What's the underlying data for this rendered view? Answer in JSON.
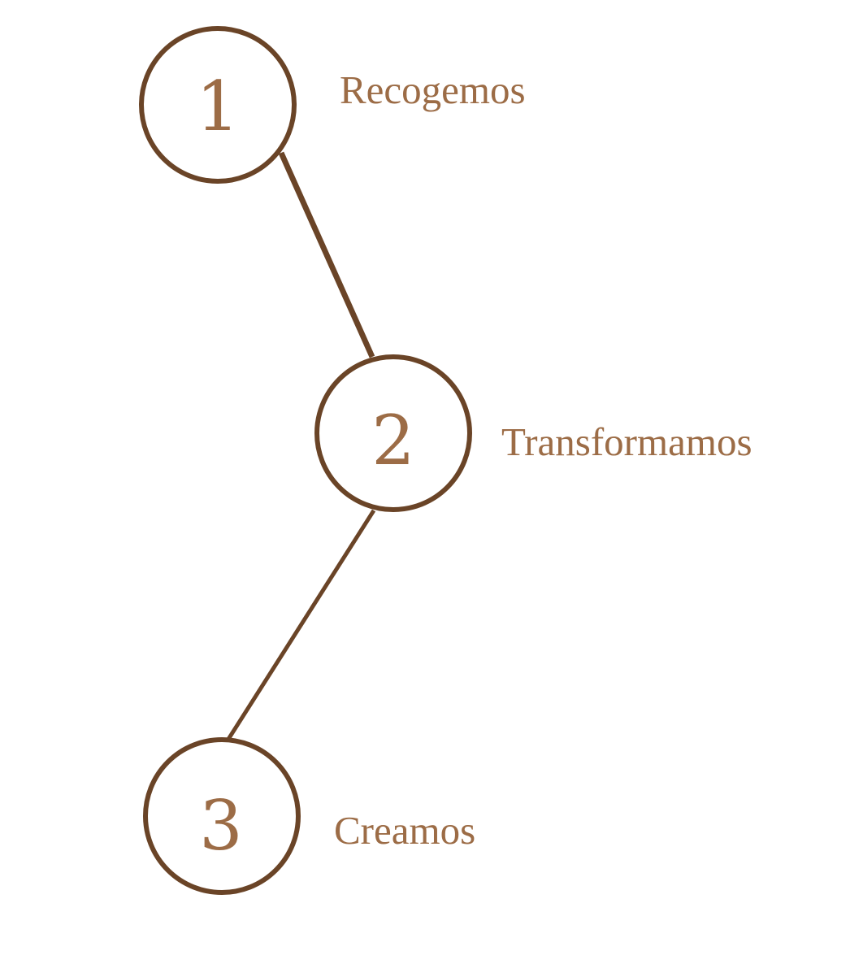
{
  "colors": {
    "stroke": "#6a4427",
    "text": "#9c6c46",
    "background": "#ffffff"
  },
  "steps": [
    {
      "number": "1",
      "label": "Recogemos"
    },
    {
      "number": "2",
      "label": "Transformamos"
    },
    {
      "number": "3",
      "label": "Creamos"
    }
  ]
}
